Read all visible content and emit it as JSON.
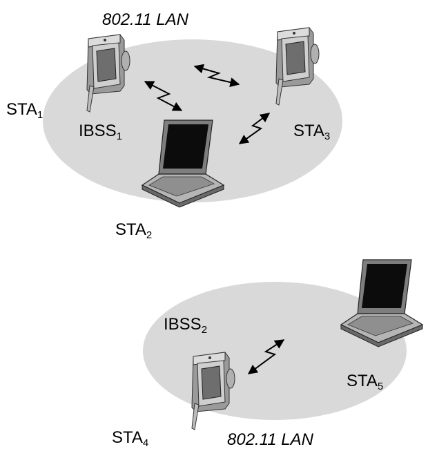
{
  "colors": {
    "ibss_fill": "#d9d9d9",
    "device_body": "#c4c4c4",
    "screen": "#0c0c0c",
    "link": "#000000"
  },
  "lan_labels": {
    "top": "802.11 LAN",
    "bottom": "802.11 LAN"
  },
  "ibss": [
    {
      "name": "IBSS",
      "sub": "1"
    },
    {
      "name": "IBSS",
      "sub": "2"
    }
  ],
  "stations": [
    {
      "name": "STA",
      "sub": "1",
      "device": "pda-icon"
    },
    {
      "name": "STA",
      "sub": "2",
      "device": "laptop-icon"
    },
    {
      "name": "STA",
      "sub": "3",
      "device": "pda-icon"
    },
    {
      "name": "STA",
      "sub": "4",
      "device": "pda-icon"
    },
    {
      "name": "STA",
      "sub": "5",
      "device": "laptop-icon"
    }
  ]
}
